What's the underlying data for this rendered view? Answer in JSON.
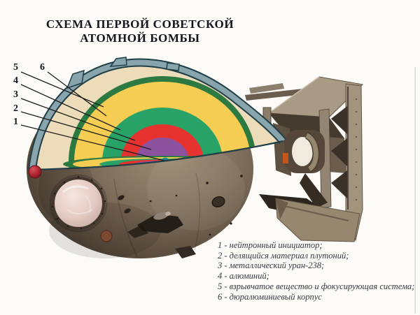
{
  "title": {
    "line1": "СХЕМА ПЕРВОЙ СОВЕТСКОЙ",
    "line2": "АТОМНОЙ БОМБЫ"
  },
  "callouts": [
    "5",
    "6",
    "4",
    "3",
    "2",
    "1"
  ],
  "layers": [
    {
      "num": "1",
      "name": "нейтронный инициатор",
      "color": "#27808f"
    },
    {
      "num": "2",
      "name": "делящийся материал плутоний",
      "color": "#8c52a0"
    },
    {
      "num": "3",
      "name": "металлический уран-238",
      "color": "#e6332f"
    },
    {
      "num": "4",
      "name": "алюминий",
      "color": "#28a266"
    },
    {
      "num": "5",
      "name": "взрывчатое вещество и фокусирующая система",
      "color": "#f5cd53"
    },
    {
      "num": "6",
      "name": "дюралюминиевый корпус",
      "color": "#88a4ad"
    }
  ],
  "legend": {
    "items": [
      "1 - нейтронный инициатор;",
      "2 - делящийся материал плутоний;",
      "3 - металлический уран-238;",
      "4 - алюминий;",
      "5 - взрывчатое вещество и фокусирующая система;",
      "6 - дюралюминиевый корпус"
    ]
  }
}
